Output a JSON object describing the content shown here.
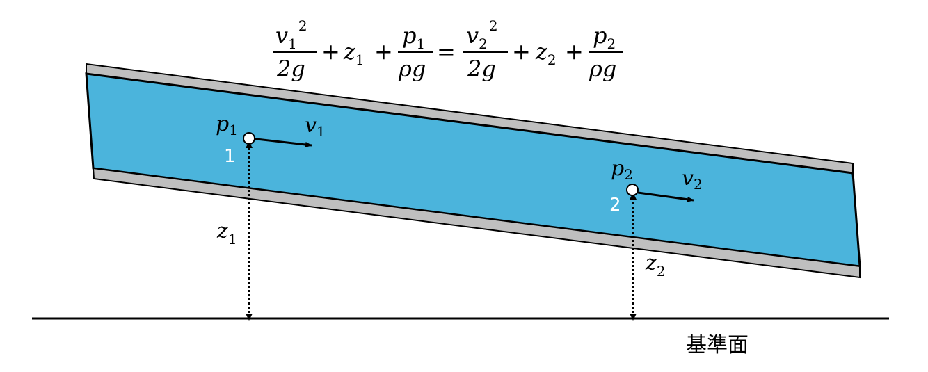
{
  "equation": {
    "lhs_num_1": "v",
    "lhs_num_1_sub": "1",
    "lhs_num_1_sup": "2",
    "lhs_den_1": "2g",
    "plus_1": "+",
    "lhs_z": "z",
    "lhs_z_sub": "1",
    "plus_2": "+",
    "lhs_num_2": "p",
    "lhs_num_2_sub": "1",
    "lhs_den_2": "ρg",
    "equals": "=",
    "rhs_num_1": "v",
    "rhs_num_1_sub": "2",
    "rhs_num_1_sup": "2",
    "rhs_den_1": "2g",
    "plus_3": "+",
    "rhs_z": "z",
    "rhs_z_sub": "2",
    "plus_4": "+",
    "rhs_num_2": "p",
    "rhs_num_2_sub": "2",
    "rhs_den_2": "ρg"
  },
  "point1": {
    "number": "1",
    "pressure": "p",
    "pressure_sub": "1",
    "velocity": "v",
    "velocity_sub": "1",
    "height": "z",
    "height_sub": "1"
  },
  "point2": {
    "number": "2",
    "pressure": "p",
    "pressure_sub": "2",
    "velocity": "v",
    "velocity_sub": "2",
    "height": "z",
    "height_sub": "2"
  },
  "datum_label": "基準面",
  "colors": {
    "fluid": "#4bb4dc",
    "pipe_wall": "#bfbfbf",
    "line": "#000000",
    "point_label": "#ffffff"
  }
}
